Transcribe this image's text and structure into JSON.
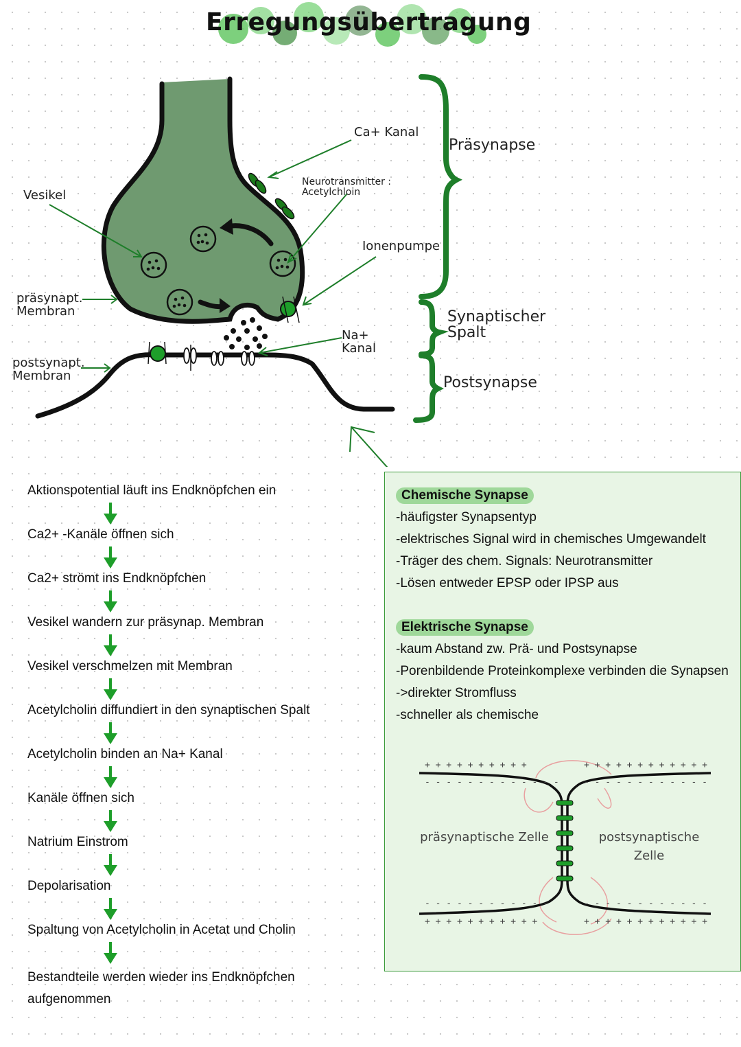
{
  "title": "Erregungsübertragung",
  "diagram_labels": {
    "vesikel": "Vesikel",
    "ca_kanal": "Ca+ Kanal",
    "neurotransmitter": "Neurotransmitter : Acetylchloin",
    "ionenpumpe": "Ionenpumpe",
    "praesynapt_membran": "präsynapt. Membran",
    "postsynapt_membran": "postsynapt. Membran",
    "na_kanal": "Na+ Kanal",
    "praesynapse": "Präsynapse",
    "synaptischer_spalt": "Synaptischer Spalt",
    "postsynapse": "Postsynapse"
  },
  "steps": [
    "Aktionspotential läuft ins Endknöpfchen ein",
    "Ca2+ -Kanäle öffnen sich",
    "Ca2+ strömt ins Endknöpfchen",
    "Vesikel wandern zur  präsynap. Membran",
    "Vesikel verschmelzen mit Membran",
    "Acetylcholin diffundiert in den synaptischen Spalt",
    "Acetylcholin binden an Na+ Kanal",
    "Kanäle öffnen sich",
    "Natrium Einstrom",
    "Depolarisation",
    "Spaltung von Acetylcholin in Acetat und Cholin",
    "Bestandteile werden wieder ins Endknöpfchen aufgenommen"
  ],
  "chemische": {
    "heading": "Chemische Synapse",
    "lines": [
      "-häufigster Synapsentyp",
      "-elektrisches Signal wird in chemisches Umgewandelt",
      "-Träger des chem. Signals: Neurotransmitter",
      "-Lösen entweder EPSP oder IPSP aus"
    ]
  },
  "elektrische": {
    "heading": "Elektrische Synapse",
    "lines": [
      "-kaum Abstand zw. Prä- und Postsynapse",
      "-Porenbildende Proteinkomplexe verbinden die Synapsen",
      "->direkter Stromfluss",
      "-schneller als chemische"
    ]
  },
  "cells": {
    "prae": "präsynaptische Zelle",
    "post": "postsynaptische Zelle"
  },
  "colors": {
    "accent_green": "#1e9e2a",
    "dark_green": "#1a7a1a",
    "terminal_fill": "#6f9a70",
    "box_bg": "#e8f5e5",
    "highlight": "#9fd89a"
  }
}
